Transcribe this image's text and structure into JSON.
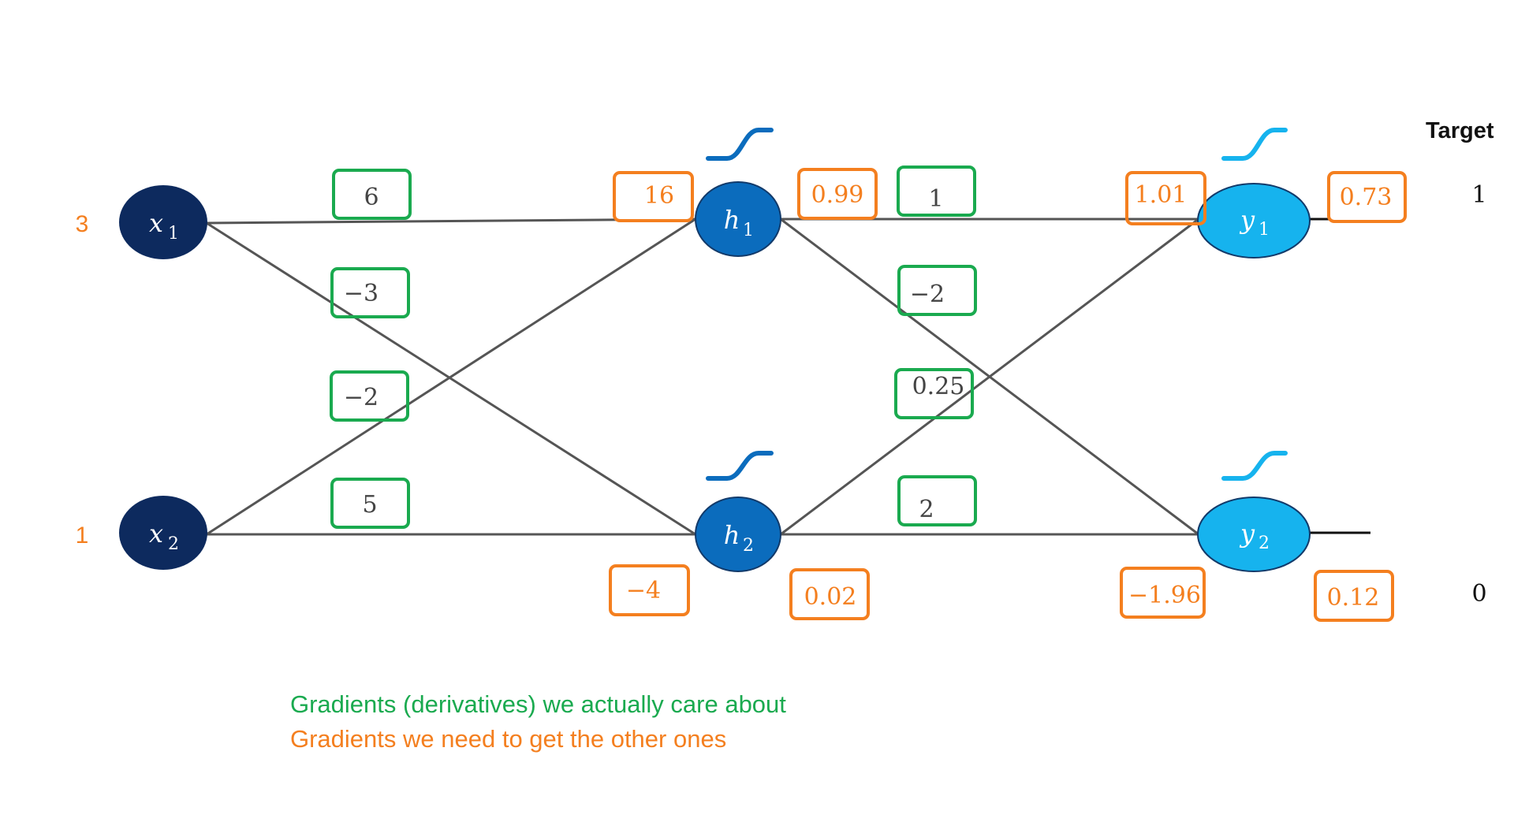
{
  "inputs": [
    {
      "id": "x1",
      "symbol": "x",
      "subscript": "1",
      "value": "3"
    },
    {
      "id": "x2",
      "symbol": "x",
      "subscript": "2",
      "value": "1"
    }
  ],
  "hidden": [
    {
      "id": "h1",
      "symbol": "h",
      "subscript": "1"
    },
    {
      "id": "h2",
      "symbol": "h",
      "subscript": "2"
    }
  ],
  "outputs": [
    {
      "id": "y1",
      "symbol": "y",
      "subscript": "1"
    },
    {
      "id": "y2",
      "symbol": "y",
      "subscript": "2"
    }
  ],
  "weight_gradients": {
    "x1_h1": "6",
    "x1_h2": "−3",
    "x2_h1": "−2",
    "x2_h2": "5",
    "h1_y1": "1",
    "h1_y2": "−2",
    "h2_y1": "0.25",
    "h2_y2": "2"
  },
  "node_gradients": {
    "h1_pre": "16",
    "h1_post": "0.99",
    "h2_pre": "−4",
    "h2_post": "0.02",
    "y1_pre": "1.01",
    "y1_post": "0.73",
    "y2_pre": "−1.96",
    "y2_post": "0.12"
  },
  "target": {
    "title": "Target",
    "y1": "1",
    "y2": "0"
  },
  "legend": {
    "green": "Gradients (derivatives) we actually care about",
    "orange": "Gradients we need to get the other ones"
  },
  "colors": {
    "input_node": "#0d2a5e",
    "hidden_node": "#0b6cbd",
    "output_node": "#16b3ee",
    "edge": "#555555",
    "green_box": "#1aaa4f",
    "orange_box": "#f47f1f",
    "box_text": "#444444",
    "orange_text": "#f47f1f"
  }
}
